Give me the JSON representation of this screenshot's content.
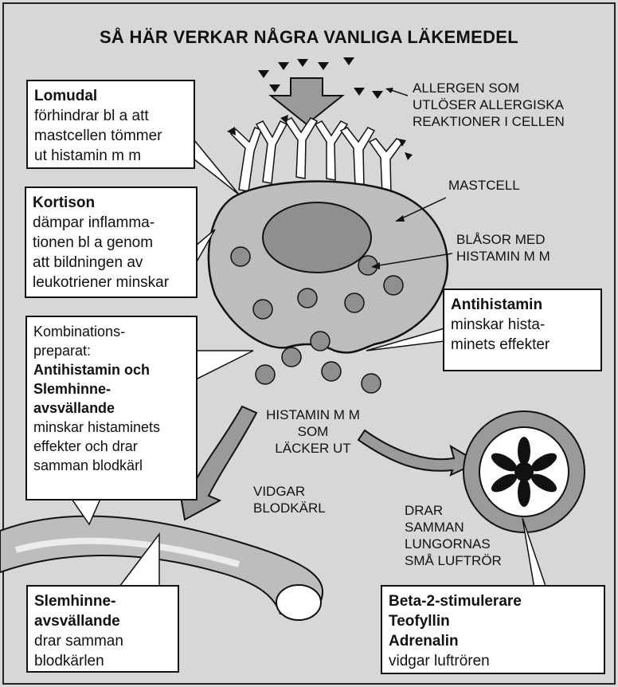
{
  "title": "SÅ HÄR VERKAR NÅGRA VANLIGA LÄKEMEDEL",
  "lomudal": {
    "name": "Lomudal",
    "lines": [
      "förhindrar bl a att",
      "mastcellen tömmer",
      "ut histamin m m"
    ]
  },
  "kortison": {
    "name": "Kortison",
    "lines": [
      "dämpar inflamma-",
      "tionen bl a genom",
      "att bildningen av",
      "leukotriener minskar"
    ]
  },
  "kombination": {
    "intro": [
      "Kombinations-",
      "preparat:"
    ],
    "names": [
      "Antihistamin och",
      "Slemhinne-",
      "avsvällande"
    ],
    "lines": [
      "minskar histaminets",
      "effekter och drar",
      "samman blodkärl"
    ]
  },
  "antihistamin": {
    "name": "Antihistamin",
    "lines": [
      "minskar hista-",
      "minets effekter"
    ]
  },
  "slemhinne": {
    "names": [
      "Slemhinne-",
      "avsvällande"
    ],
    "lines": [
      "drar samman",
      "blodkärlen"
    ]
  },
  "beta": {
    "names": [
      "Beta-2-stimulerare",
      "Teofyllin",
      "Adrenalin"
    ],
    "lines": [
      "vidgar luftrören"
    ]
  },
  "labels": {
    "allergen": [
      "ALLERGEN SOM",
      "UTLÖSER ALLERGISKA",
      "REAKTIONER I CELLEN"
    ],
    "mastcell": "MASTCELL",
    "blasor": [
      "BLÅSOR MED",
      "HISTAMIN M M"
    ],
    "histamin": [
      "HISTAMIN M M",
      "SOM",
      "LÄCKER UT"
    ],
    "vidgar": [
      "VIDGAR",
      "BLODKÄRL"
    ],
    "drar": [
      "DRAR",
      "SAMMAN",
      "LUNGORNAS",
      "SMÅ LUFTRÖR"
    ]
  }
}
